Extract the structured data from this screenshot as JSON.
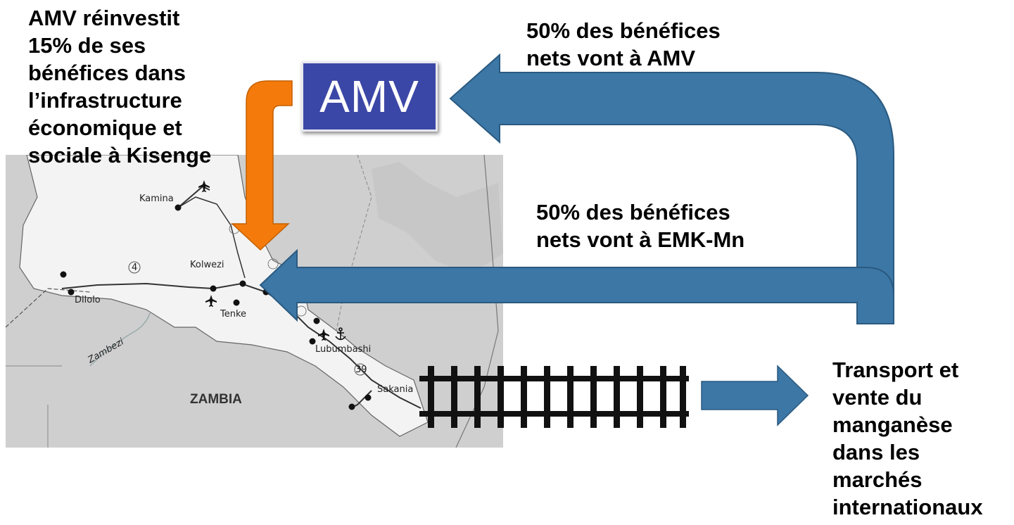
{
  "amv_text": {
    "lines": [
      "AMV réinvestit",
      "15% de ses",
      "bénéfices dans",
      "l’infrastructure",
      "économique et",
      "sociale à Kisenge"
    ]
  },
  "amv_box_label": "AMV",
  "amv_profit_text": {
    "lines": [
      "50% des bénéfices",
      "nets vont à AMV"
    ]
  },
  "emk_profit_text": {
    "lines": [
      "50% des bénéfices",
      "nets vont à EMK-Mn"
    ]
  },
  "transport_text": {
    "lines": [
      "Transport et",
      "vente du",
      "manganèse",
      "dans les",
      "marchés",
      "internationaux"
    ]
  },
  "map": {
    "cities": [
      "Kamina",
      "Kolwezi",
      "Dilolo",
      "Tenke",
      "Lubumbashi",
      "Sakania"
    ],
    "country": "ZAMBIA",
    "river": "Zambezi",
    "route_numbers": [
      "4",
      "39"
    ]
  },
  "colors": {
    "arrow_blue": "#3c77a6",
    "arrow_orange": "#f47b0b",
    "amv_box": "#3b47a6",
    "map_background": "#cfcfcf",
    "map_country": "#f2f2f2"
  },
  "icons": [
    "airport-icon",
    "anchor-icon",
    "railway-track-icon"
  ]
}
